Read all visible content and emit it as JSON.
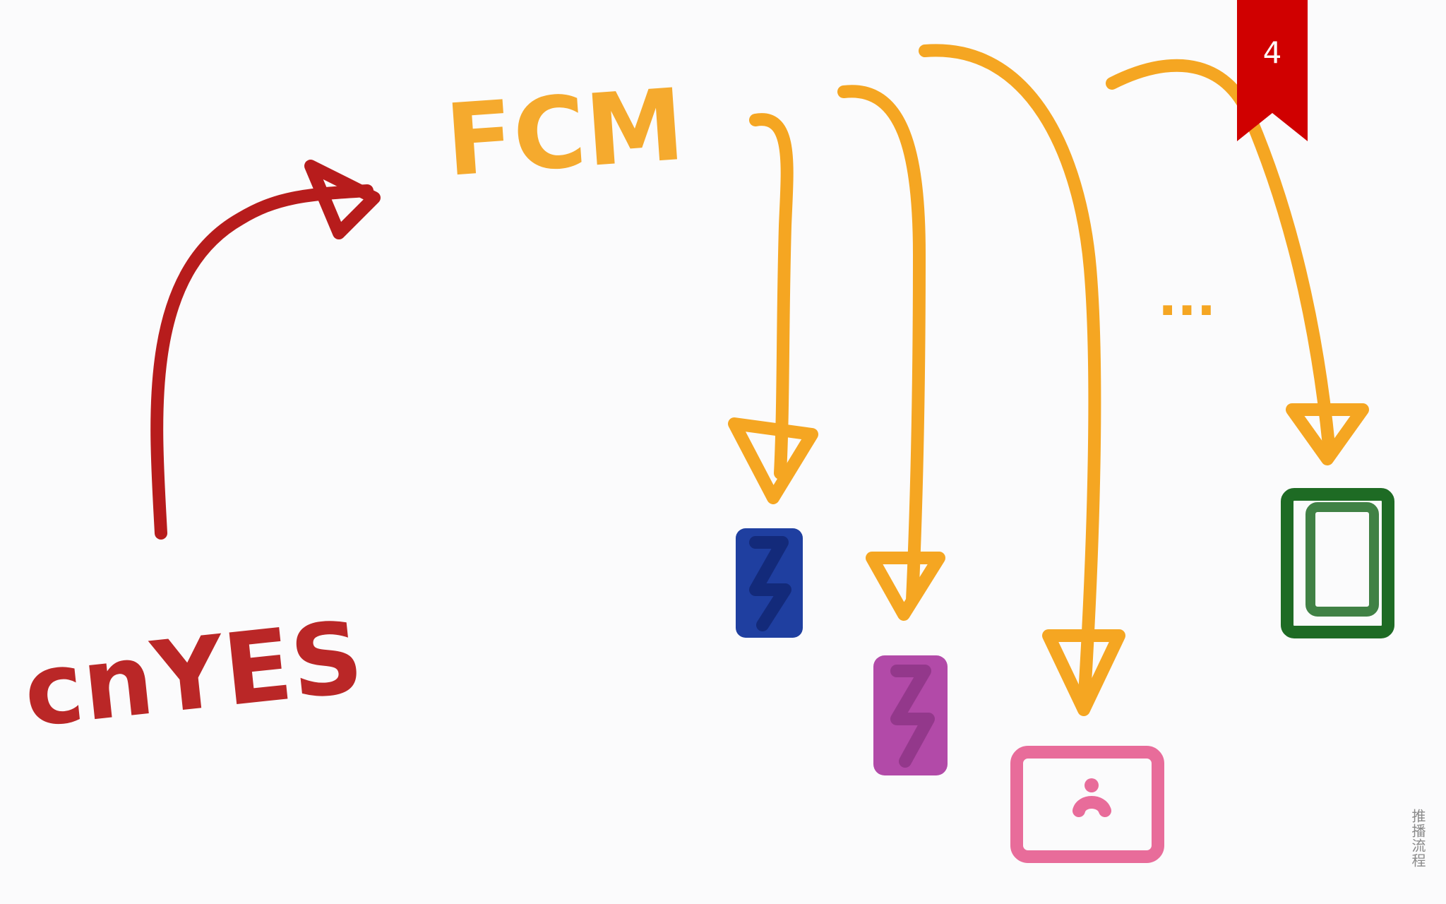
{
  "slide": {
    "page_number": "4",
    "side_caption": "推播流程",
    "source_label": "cnYES",
    "hub_label": "FCM",
    "ellipsis": "..."
  },
  "colors": {
    "background": "#fbfbfc",
    "red": "#b71c1c",
    "orange": "#f5a623",
    "blue": "#1f3fa0",
    "purple": "#b24aa8",
    "pink": "#e86c9a",
    "green": "#1e6b24",
    "ribbon": "#d00000"
  },
  "icons": [
    "arrow-icon",
    "phone-icon",
    "tablet-icon",
    "laptop-icon"
  ],
  "devices": [
    {
      "name": "blue-phone"
    },
    {
      "name": "purple-phone"
    },
    {
      "name": "pink-screen"
    },
    {
      "name": "green-tablet"
    }
  ]
}
